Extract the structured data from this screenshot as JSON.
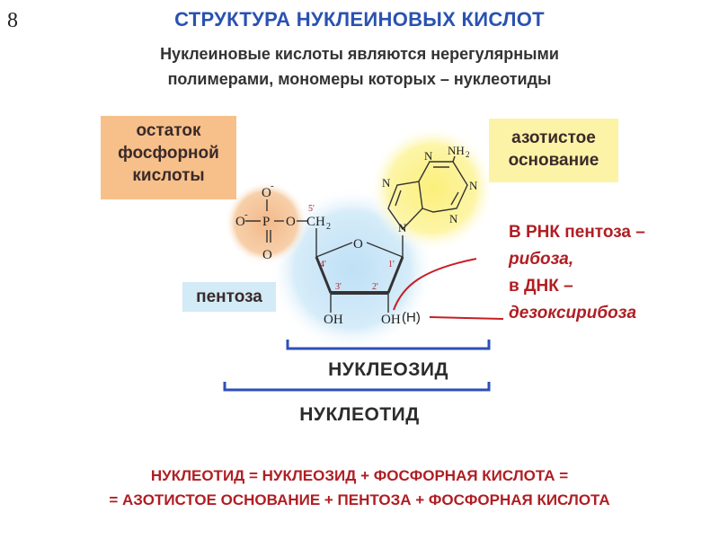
{
  "slide_number": "8",
  "title": "СТРУКТУРА НУКЛЕИНОВЫХ КИСЛОТ",
  "subtitle_line1": "Нуклеиновые кислоты являются нерегулярными",
  "subtitle_line2": "полимерами, мономеры которых – нуклеотиды",
  "phosphate_box": [
    "остаток",
    "фосфорной",
    "кислоты"
  ],
  "base_box": [
    "азотистое",
    "основание"
  ],
  "pentose_box": "пентоза",
  "note": {
    "line1": "В РНК пентоза –",
    "line2": "рибоза,",
    "line3": "в ДНК –",
    "line4": "дезоксирибоза"
  },
  "nucleoside_label": "НУКЛЕОЗИД",
  "nucleotide_label": "НУКЛЕОТИД",
  "equation_line1": "НУКЛЕОТИД = НУКЛЕОЗИД + ФОСФОРНАЯ КИСЛОТА =",
  "equation_line2": "= АЗОТИСТОЕ ОСНОВАНИЕ + ПЕНТОЗА + ФОСФОРНАЯ КИСЛОТА",
  "structure": {
    "phosphate_o_top": "O",
    "phosphate_o_left": "O",
    "phosphate_p": "P",
    "phosphate_o_right": "O",
    "phosphate_o_bottom": "O",
    "minus": "-",
    "ch2": "CH",
    "ch2_sub": "2",
    "c5": "5'",
    "c4": "4'",
    "c3": "3'",
    "c2": "2'",
    "c1": "1'",
    "ring_o": "O",
    "oh_3": "OH",
    "oh_2": "OH",
    "h_label": "(H)",
    "nh2": "NH",
    "nh2_sub": "2",
    "n_atoms": [
      "N",
      "N",
      "N",
      "N",
      "N"
    ]
  },
  "colors": {
    "title": "#2a52b0",
    "red": "#b01e23",
    "bracket": "#2d4fb8",
    "phosphate_bg": "#f7c08a",
    "base_bg": "#fdf3a6",
    "pentose_bg": "#d2ebf7"
  }
}
